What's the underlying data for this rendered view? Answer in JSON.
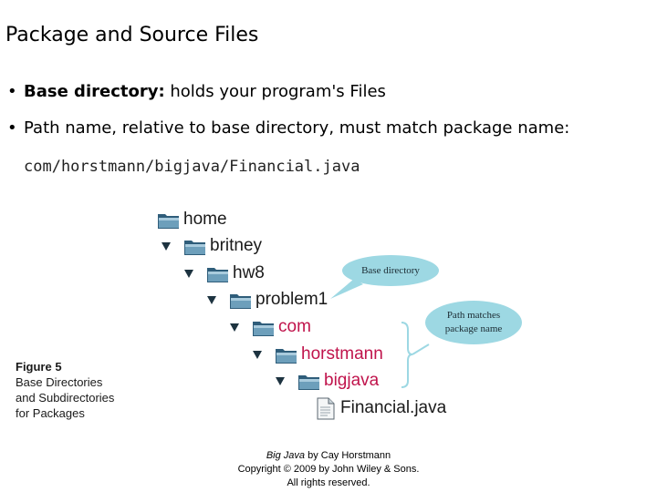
{
  "title": "Package and Source Files",
  "bullets": [
    {
      "bold": "Base directory:",
      "text": " holds your program's Files"
    },
    {
      "bold": "",
      "text": "Path name, relative to base directory, must match package name:"
    }
  ],
  "code_path": "com/horstmann/bigjava/Financial.java",
  "tree": [
    {
      "name": "home",
      "type": "folder",
      "expanded": false,
      "highlight": false
    },
    {
      "name": "britney",
      "type": "folder",
      "expanded": true,
      "highlight": false
    },
    {
      "name": "hw8",
      "type": "folder",
      "expanded": true,
      "highlight": false
    },
    {
      "name": "problem1",
      "type": "folder",
      "expanded": true,
      "highlight": false
    },
    {
      "name": "com",
      "type": "folder",
      "expanded": true,
      "highlight": true
    },
    {
      "name": "horstmann",
      "type": "folder",
      "expanded": true,
      "highlight": true
    },
    {
      "name": "bigjava",
      "type": "folder",
      "expanded": true,
      "highlight": true
    },
    {
      "name": "Financial.java",
      "type": "file",
      "expanded": false,
      "highlight": false
    }
  ],
  "callouts": {
    "base": "Base directory",
    "path_line1": "Path matches",
    "path_line2": "package name"
  },
  "figure": {
    "label": "Figure 5",
    "line1": "Base Directories",
    "line2": "and Subdirectories",
    "line3": "for Packages"
  },
  "footer": {
    "book": "Big Java",
    "by": " by Cay Horstmann",
    "line2": "Copyright © 2009 by John Wiley & Sons.",
    "line3": "All rights reserved."
  },
  "colors": {
    "highlight": "#c0144c",
    "bubble": "#9dd8e3",
    "folder": "#2f5d7a"
  }
}
